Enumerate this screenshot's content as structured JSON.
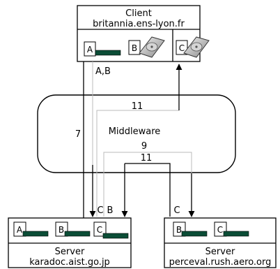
{
  "client": {
    "title": "Client",
    "host": "britannia.ens-lyon.fr",
    "boxes": [
      "A",
      "B",
      "C"
    ]
  },
  "middleware": {
    "label": "Middleware"
  },
  "flow_labels": {
    "ab": "A,B",
    "seven": "7",
    "eleven_top": "11",
    "nine": "9",
    "eleven_bottom": "11",
    "c_left": "C",
    "b_left": "B",
    "c_right": "C"
  },
  "server_left": {
    "title": "Server",
    "host": "karadoc.aist.go.jp",
    "boxes": [
      "A",
      "B",
      "C"
    ]
  },
  "server_right": {
    "title": "Server",
    "host": "perceval.rush.aero.org",
    "boxes": [
      "B",
      "C"
    ]
  },
  "colors": {
    "memory": "#0b4d36",
    "gray_line": "#bbbbbb"
  }
}
